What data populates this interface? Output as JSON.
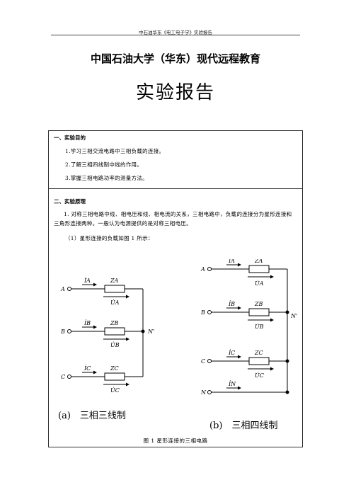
{
  "header": {
    "text": "中石油华东《电工电子学》实验报告"
  },
  "university": "中国石油大学（华东）现代远程教育",
  "title": "实验报告",
  "sections": {
    "purpose": {
      "title": "一、实验目的",
      "items": [
        "1.学习三相交流电路中三相负载的连接。",
        "2.了解三相四线制中线的作用。",
        "3.掌握三相电路功率的测量方法。"
      ]
    },
    "principle": {
      "title": "二、实验原理",
      "paragraph": "1. 对称三相电路中线、相电压和线、相电流的关系，三相电路中，负载的连接分为星形连接和三角形连接两种。一般认为电源提供的是对称三相电压。",
      "sub": "（1）星形连接的负载如图 1 所示："
    }
  },
  "figure": {
    "left": {
      "nodes": [
        "A",
        "B",
        "C"
      ],
      "currents": [
        "İA",
        "İB",
        "İC"
      ],
      "impedances": [
        "ZA",
        "ZB",
        "ZC"
      ],
      "voltages": [
        "U̇A",
        "U̇B",
        "U̇C"
      ],
      "neutral": "N'",
      "label": "(a)　三相三线制"
    },
    "right": {
      "nodes": [
        "A",
        "B",
        "C",
        "N"
      ],
      "currents": [
        "İA",
        "İB",
        "İC",
        "İN"
      ],
      "impedances": [
        "ZA",
        "ZB",
        "ZC"
      ],
      "voltages": [
        "U̇A",
        "U̇B",
        "U̇C"
      ],
      "neutral": "N'",
      "label": "(b)　三相四线制"
    },
    "caption": "图 1  星形连接的三相电路"
  }
}
